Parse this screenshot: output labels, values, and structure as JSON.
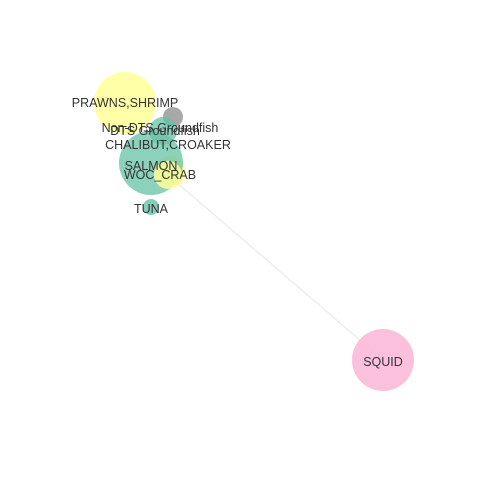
{
  "network": {
    "nodes": [
      {
        "id": "prawns_shrimp",
        "label": "PRAWNS,SHRIMP",
        "color": "#ffff99",
        "opacity": 0.85
      },
      {
        "id": "non_dts_groundfish",
        "label": "Non-DTS Groundfish",
        "color": "#999999",
        "opacity": 0.85
      },
      {
        "id": "dts_groundfish",
        "label": "DTS Groundfish",
        "color": "#66c2a5",
        "opacity": 0.75
      },
      {
        "id": "halibut_croaker",
        "label": "CHALIBUT,CROAKER",
        "color": "#ffff99",
        "opacity": 0.85
      },
      {
        "id": "salmon",
        "label": "SALMON",
        "color": "#66c2a5",
        "opacity": 0.75
      },
      {
        "id": "woc_crab",
        "label": "WOC_CRAB",
        "color": "#ffff99",
        "opacity": 0.85
      },
      {
        "id": "tuna",
        "label": "TUNA",
        "color": "#66c2a5",
        "opacity": 0.8
      },
      {
        "id": "squid",
        "label": "SQUID",
        "color": "#f9b9d8",
        "opacity": 0.9
      }
    ],
    "edges": [
      {
        "source": "woc_crab",
        "target": "squid",
        "color": "#e6e6e6"
      }
    ]
  }
}
